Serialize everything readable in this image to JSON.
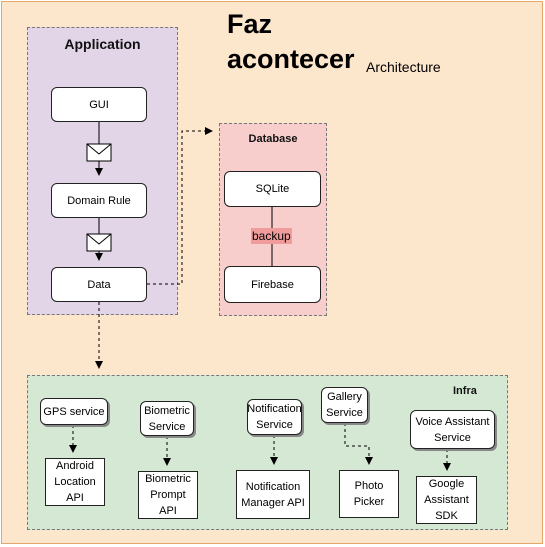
{
  "title": {
    "line1": "Faz",
    "line2": "acontecer",
    "subtitle": "Architecture"
  },
  "groups": {
    "application": "Application",
    "database": "Database",
    "infra": "Infra"
  },
  "colors": {
    "frame_bg": "#fce6cc",
    "application_bg": "#e1d5e7",
    "database_bg": "#f8cecc",
    "infra_bg": "#d5e8d4",
    "backup_label_bg": "#f19c9c"
  },
  "application": {
    "gui": "GUI",
    "domain_rule": "Domain Rule",
    "data": "Data"
  },
  "database": {
    "sqlite": "SQLite",
    "backup": "backup",
    "firebase": "Firebase"
  },
  "infra": {
    "services": [
      {
        "service": "GPS service",
        "api": "Android Location API"
      },
      {
        "service": "Biometric Service",
        "api": "Biometric Prompt API"
      },
      {
        "service": "Notification Service",
        "api": "Notification Manager API"
      },
      {
        "service": "Gallery Service",
        "api": "Photo Picker"
      },
      {
        "service": "Voice Assistant Service",
        "api": "Google Assistant SDK"
      }
    ]
  },
  "icons": [
    "envelope-icon",
    "envelope-icon"
  ]
}
